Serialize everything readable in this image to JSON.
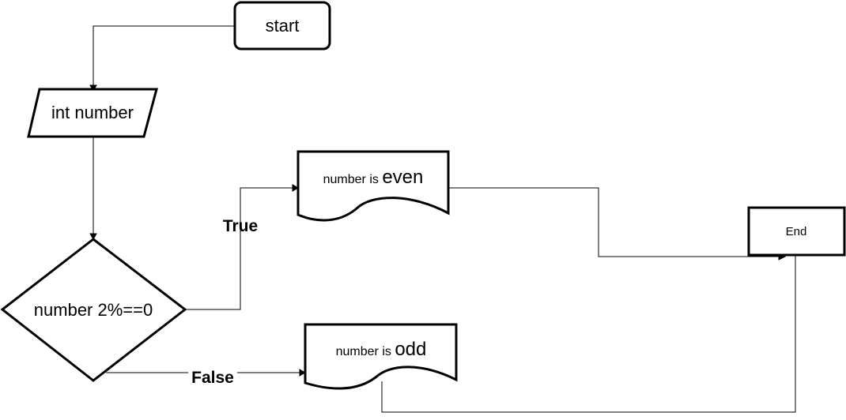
{
  "nodes": {
    "start": {
      "label": "start"
    },
    "input": {
      "label": "int number"
    },
    "decision": {
      "label": "number 2%==0"
    },
    "even_output": {
      "prefix": "number is ",
      "word": "even"
    },
    "odd_output": {
      "prefix": "number is ",
      "word": "odd"
    },
    "end": {
      "label": "End"
    }
  },
  "edges": {
    "true_label": "True",
    "false_label": "False"
  }
}
